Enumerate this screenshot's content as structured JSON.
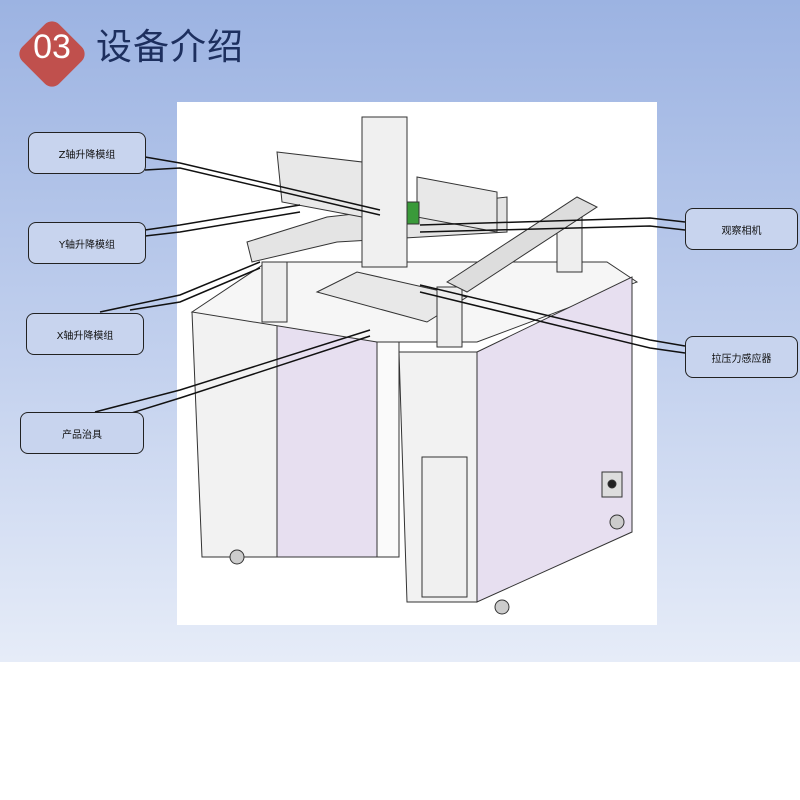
{
  "header": {
    "number": "03",
    "title": "设备介绍"
  },
  "callouts": {
    "z": "Z轴升降模组",
    "y": "Y轴升降模组",
    "x": "X轴升降模组",
    "fixture": "产品治具",
    "camera": "观察相机",
    "sensor": "拉压力感应器"
  },
  "colors": {
    "badge": "#c0504d",
    "title": "#1d2f5e",
    "panel": "#e7dff0"
  }
}
